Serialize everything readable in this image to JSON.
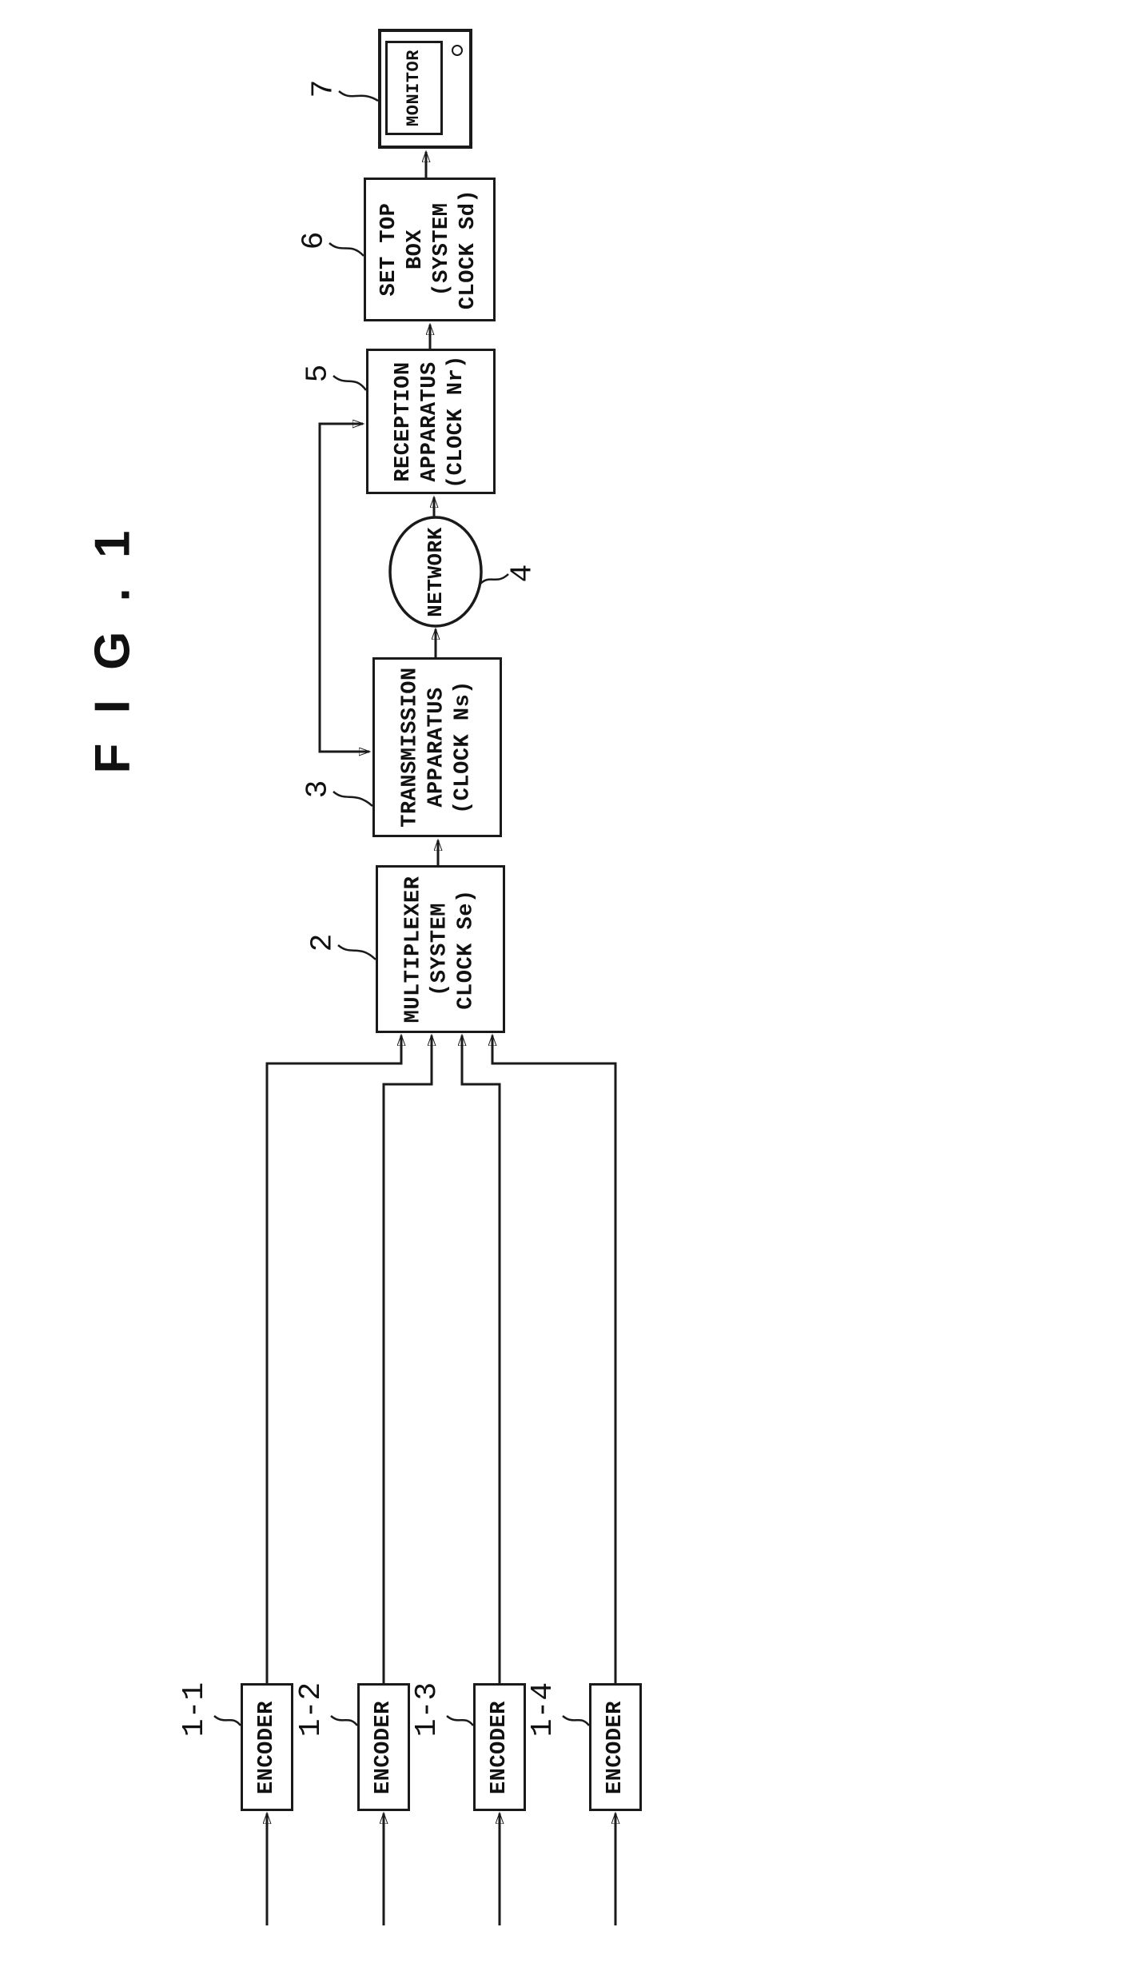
{
  "title": "F I G . 1",
  "colors": {
    "ink": "#1a1a1a",
    "paper": "#ffffff"
  },
  "blocks": {
    "monitor": {
      "ref": "7",
      "label": "MONITOR"
    },
    "set_top_box": {
      "ref": "6",
      "label": "SET TOP\nBOX\n(SYSTEM\nCLOCK Sd)"
    },
    "reception": {
      "ref": "5",
      "label": "RECEPTION\nAPPARATUS\n(CLOCK Nr)"
    },
    "network": {
      "ref": "4",
      "label": "NETWORK"
    },
    "transmission": {
      "ref": "3",
      "label": "TRANSMISSION\nAPPARATUS\n(CLOCK Ns)"
    },
    "multiplexer": {
      "ref": "2",
      "label": "MULTIPLEXER\n(SYSTEM\nCLOCK Se)"
    },
    "encoder_1": {
      "ref": "1-1",
      "label": "ENCODER"
    },
    "encoder_2": {
      "ref": "1-2",
      "label": "ENCODER"
    },
    "encoder_3": {
      "ref": "1-3",
      "label": "ENCODER"
    },
    "encoder_4": {
      "ref": "1-4",
      "label": "ENCODER"
    }
  }
}
